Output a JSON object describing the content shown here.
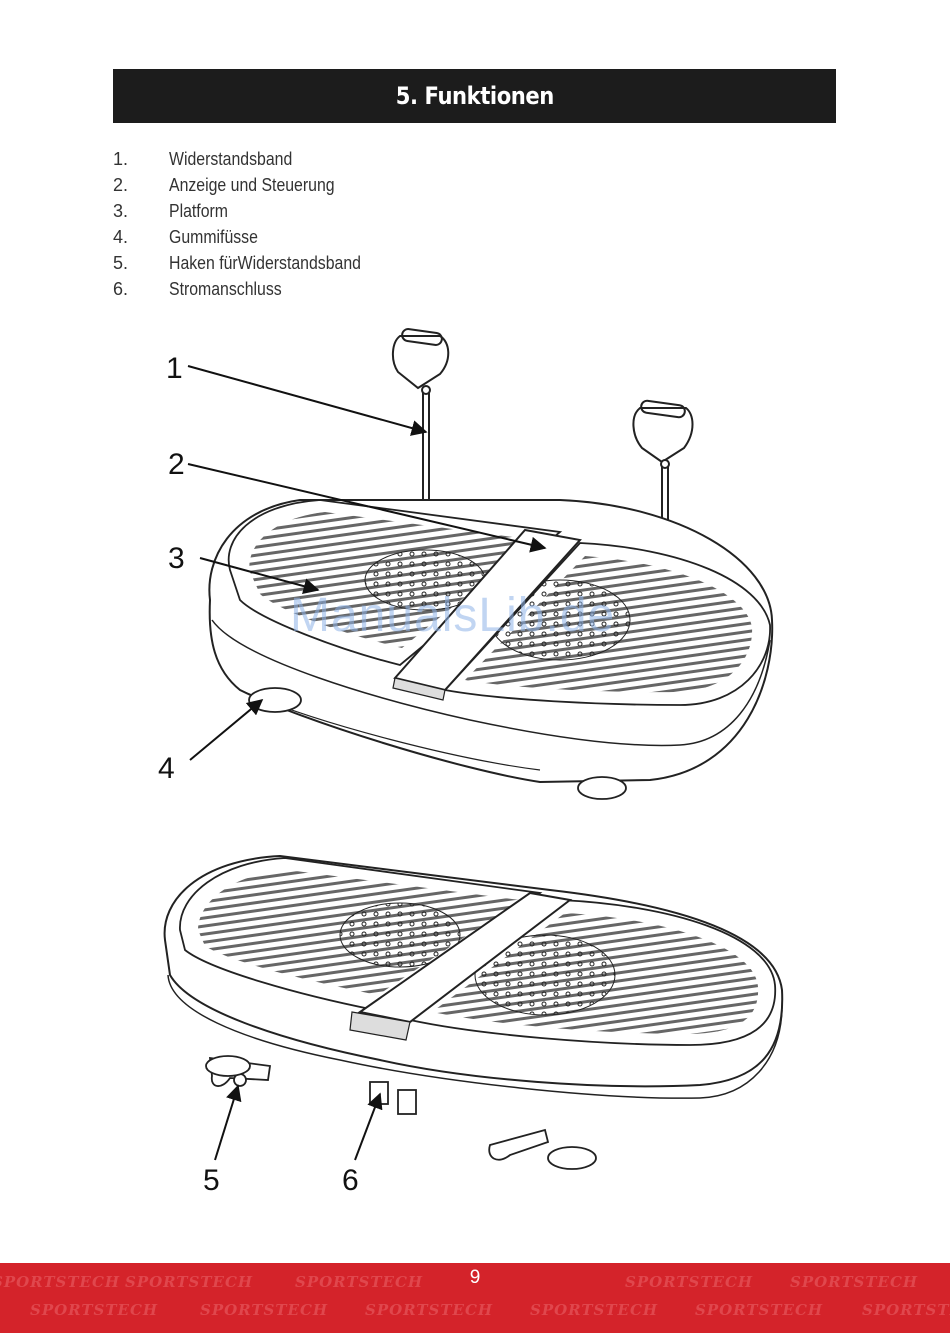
{
  "header": {
    "title": "5. Funktionen"
  },
  "parts": [
    {
      "num": "1.",
      "label": "Widerstandsband"
    },
    {
      "num": "2.",
      "label": "Anzeige und Steuerung"
    },
    {
      "num": "3.",
      "label": "Platform"
    },
    {
      "num": "4.",
      "label": "Gummifüsse"
    },
    {
      "num": "5.",
      "label": "Haken fürWiderstandsband"
    },
    {
      "num": "6.",
      "label": "Stromanschluss"
    }
  ],
  "figure_top": {
    "callouts": [
      "1",
      "2",
      "3",
      "4"
    ]
  },
  "figure_bottom": {
    "callouts": [
      "5",
      "6"
    ]
  },
  "watermark": "ManualsLib.de",
  "footer": {
    "page_number": "9",
    "brand": "SPORTSTECH",
    "color": "#d4232a"
  }
}
